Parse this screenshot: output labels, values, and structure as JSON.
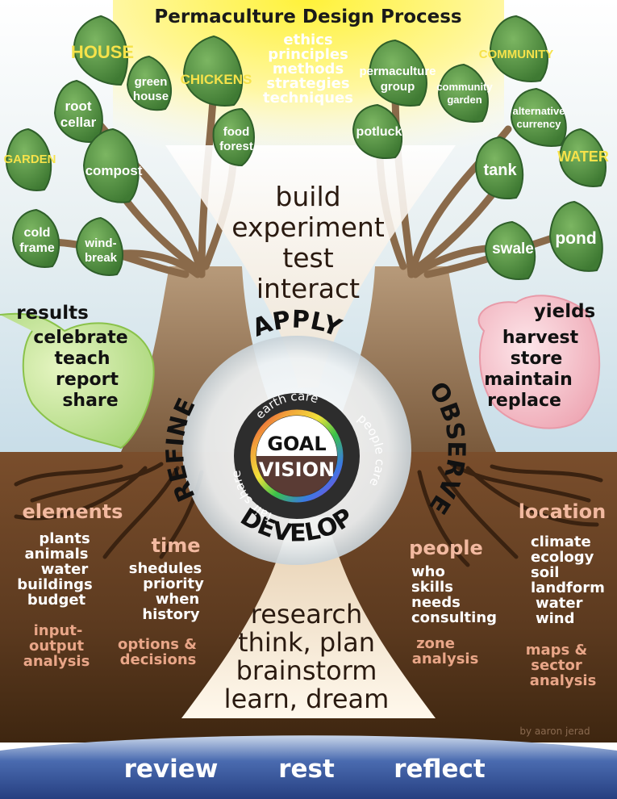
{
  "title": "Permaculture Design Process",
  "sky_words": [
    "ethics",
    "principles",
    "methods",
    "strategies",
    "techniques"
  ],
  "trunk_top": [
    "build",
    "experiment",
    "test",
    "interact"
  ],
  "trunk_bottom": [
    "research",
    "think, plan",
    "brainstorm",
    "learn, dream"
  ],
  "leaves_left": {
    "house": "HOUSE",
    "greenhouse": [
      "green",
      "house"
    ],
    "chickens": "CHICKENS",
    "root_cellar": [
      "root",
      "cellar"
    ],
    "food_forest": [
      "food",
      "forest"
    ],
    "garden": "GARDEN",
    "compost": "compost",
    "cold_frame": [
      "cold",
      "frame"
    ],
    "windbreak": [
      "wind-",
      "break"
    ]
  },
  "leaves_right": {
    "permaculture_group": [
      "permaculture",
      "group"
    ],
    "community": "COMMUNITY",
    "community_garden": [
      "community",
      "garden"
    ],
    "alternative_currency": [
      "alternative",
      "currency"
    ],
    "potluck": "potluck",
    "tank": "tank",
    "water": "WATER",
    "swale": "swale",
    "pond": "pond"
  },
  "results": {
    "heading": "results",
    "items": [
      "celebrate",
      "teach",
      "report",
      "share"
    ]
  },
  "yields": {
    "heading": "yields",
    "items": [
      "harvest",
      "store",
      "maintain",
      "replace"
    ]
  },
  "cycle": {
    "apply": "APPLY",
    "observe": "OBSERVE",
    "develop": "DEVELOP",
    "refine": "REFINE"
  },
  "ring": {
    "earth": "earth care",
    "people": "people care",
    "fair": "fair share"
  },
  "center": {
    "goal": "GOAL",
    "vision": "VISION"
  },
  "elements": {
    "heading": "elements",
    "items": [
      "plants",
      "animals",
      "water",
      "buildings",
      "budget"
    ],
    "note": [
      "input-",
      "output",
      "analysis"
    ]
  },
  "time": {
    "heading": "time",
    "items": [
      "shedules",
      "priority",
      "when",
      "history"
    ],
    "note": [
      "options &",
      "decisions"
    ]
  },
  "people": {
    "heading": "people",
    "items": [
      "who",
      "skills",
      "needs",
      "consulting"
    ],
    "note": [
      "zone",
      "analysis"
    ]
  },
  "location": {
    "heading": "location",
    "items": [
      "climate",
      "ecology",
      "soil",
      "landform",
      "water",
      "wind"
    ],
    "note": [
      "maps &",
      "sector",
      "analysis"
    ]
  },
  "credit": "by aaron jerad",
  "footer": {
    "review": "review",
    "rest": "rest",
    "reflect": "reflect"
  },
  "colors": {
    "sky_top": "#cfe3ef",
    "sun": "#fff25a",
    "leaf": "#5a9a46",
    "leaf_dark": "#2f5f2a",
    "trunk": "#8b6b4e",
    "soil": "#6b4428",
    "soil_dark": "#3d2412",
    "root": "#4a2c17",
    "highlight_peach": "#f2b9a0",
    "footer": "#2e4c8f",
    "apple": "#f1b5c0",
    "green_leaf_big": "#bde07a"
  }
}
